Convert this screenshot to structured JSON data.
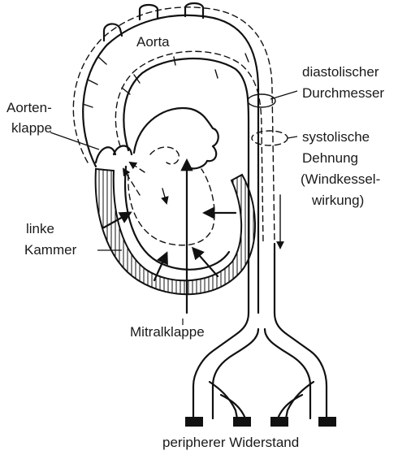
{
  "labels": {
    "aorta": "Aorta",
    "aortic_valve_line1": "Aorten-",
    "aortic_valve_line2": "klappe",
    "left_ventricle_line1": "linke",
    "left_ventricle_line2": "Kammer",
    "mitral_valve": "Mitralklappe",
    "diastolic_line1": "diastolischer",
    "diastolic_line2": "Durchmesser",
    "systolic_line1": "systolische",
    "systolic_line2": "Dehnung",
    "systolic_line3": "(Windkessel-",
    "systolic_line4": "wirkung)",
    "peripheral": "peripherer Widerstand"
  }
}
